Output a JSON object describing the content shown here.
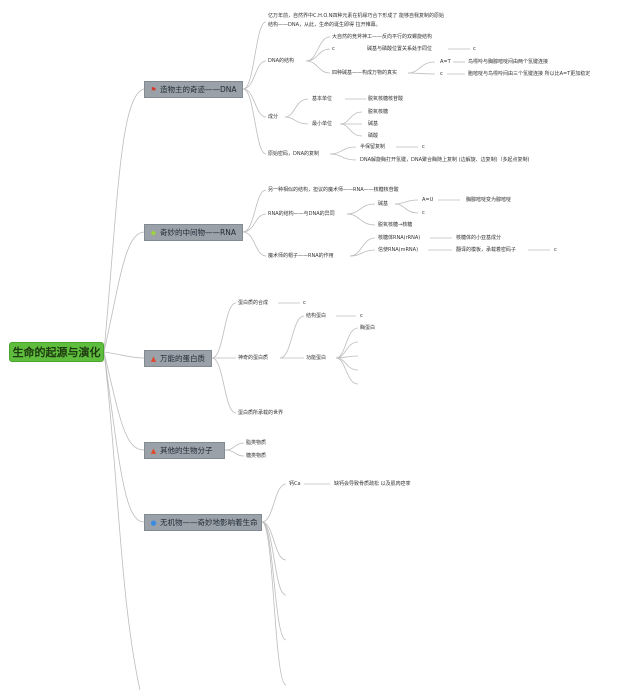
{
  "root": {
    "label": "生命的起源与演化"
  },
  "branches": {
    "dna": {
      "label": "造物主的奇迹——DNA",
      "icon": "red-flag-icon",
      "intro1": "亿万年前，自然界中C.H.O.N四种元素在机缘巧合下形成了 能够自我复制的原始",
      "intro2": "结构——DNA，从此，生命的诞生即得 拉开帷幕。",
      "structure": {
        "label": "DNA的结构",
        "s1": "大自然的竞斧神工——反向平行的双螺旋结构",
        "s2_prefix": "c",
        "s2": "碱基与磷酸位置关系处于同位",
        "s2_suffix": "c",
        "s3": "四种碱基——构成万物的真实",
        "at": "A=T",
        "at_note": "鸟嘌呤与胸腺嘧啶间由两个氢键连接",
        "gc": "c",
        "gc_note": "胞嘧啶与鸟嘌呤间由三个氢键连接 所以比A=T更加稳定"
      },
      "composition": {
        "label": "成分",
        "basic_unit": "基本单位",
        "basic_unit_value": "脱氧核糖核苷酸",
        "min_unit": "最小单位",
        "min1": "脱氧核糖",
        "min2": "碱基",
        "min3": "磷酸"
      },
      "replication": {
        "label": "原始密码，DNA的复制",
        "r1": "半保留复制",
        "r1_suffix": "c",
        "r2": "DNA解旋酶打开氢键，DNA聚合酶随上复制 (边解旋、边复制)（多起点复制)"
      }
    },
    "rna": {
      "label": "奇妙的中间物——RNA",
      "icon": "green-gem-icon",
      "intro": "另一种相似的结构，担议的魔术师——RNA——核糖核苷酸",
      "structure": {
        "label": "RNA的结构——与DNA的异同",
        "bases": "碱基",
        "au": "A=U",
        "au_note": "胸腺嘧啶变为腺嘧啶",
        "c_mark": "c",
        "sugar": "脱氧核糖→核糖"
      },
      "roles": {
        "label": "魔术师的帽子——RNA的作用",
        "rrna": "核糖体RNA(rRNA)",
        "rrna_note": "核糖体的小亚基成分",
        "mrna": "信使RNA(mRNA)",
        "mrna_note": "翻译的模板，承载着密码子",
        "mrna_suffix": "c"
      }
    },
    "protein": {
      "label": "万能的蛋白质",
      "icon": "fire-icon",
      "synthesis": "蛋白质的合成",
      "synthesis_suffix": "c",
      "magic": "神奇的蛋白质",
      "structural": "结构蛋白",
      "structural_suffix": "c",
      "functional": "功能蛋白",
      "enzyme": "酶蛋白",
      "world": "蛋白质所承载的世界"
    },
    "other": {
      "label": "其他的生物分子",
      "icon": "fire-icon",
      "lipids": "脂类物质",
      "sugars": "糖类物质"
    },
    "inorganic": {
      "label": "无机物——奇妙地影响着生命",
      "icon": "blue-drop-icon",
      "calcium": "钙Ca",
      "calcium_note": "缺钙会导致骨质疏松 以及肌肉痉挛"
    }
  },
  "colors": {
    "root": "#5fbd3d",
    "branch": "#9aa1a9",
    "line": "#b8b8b8"
  }
}
